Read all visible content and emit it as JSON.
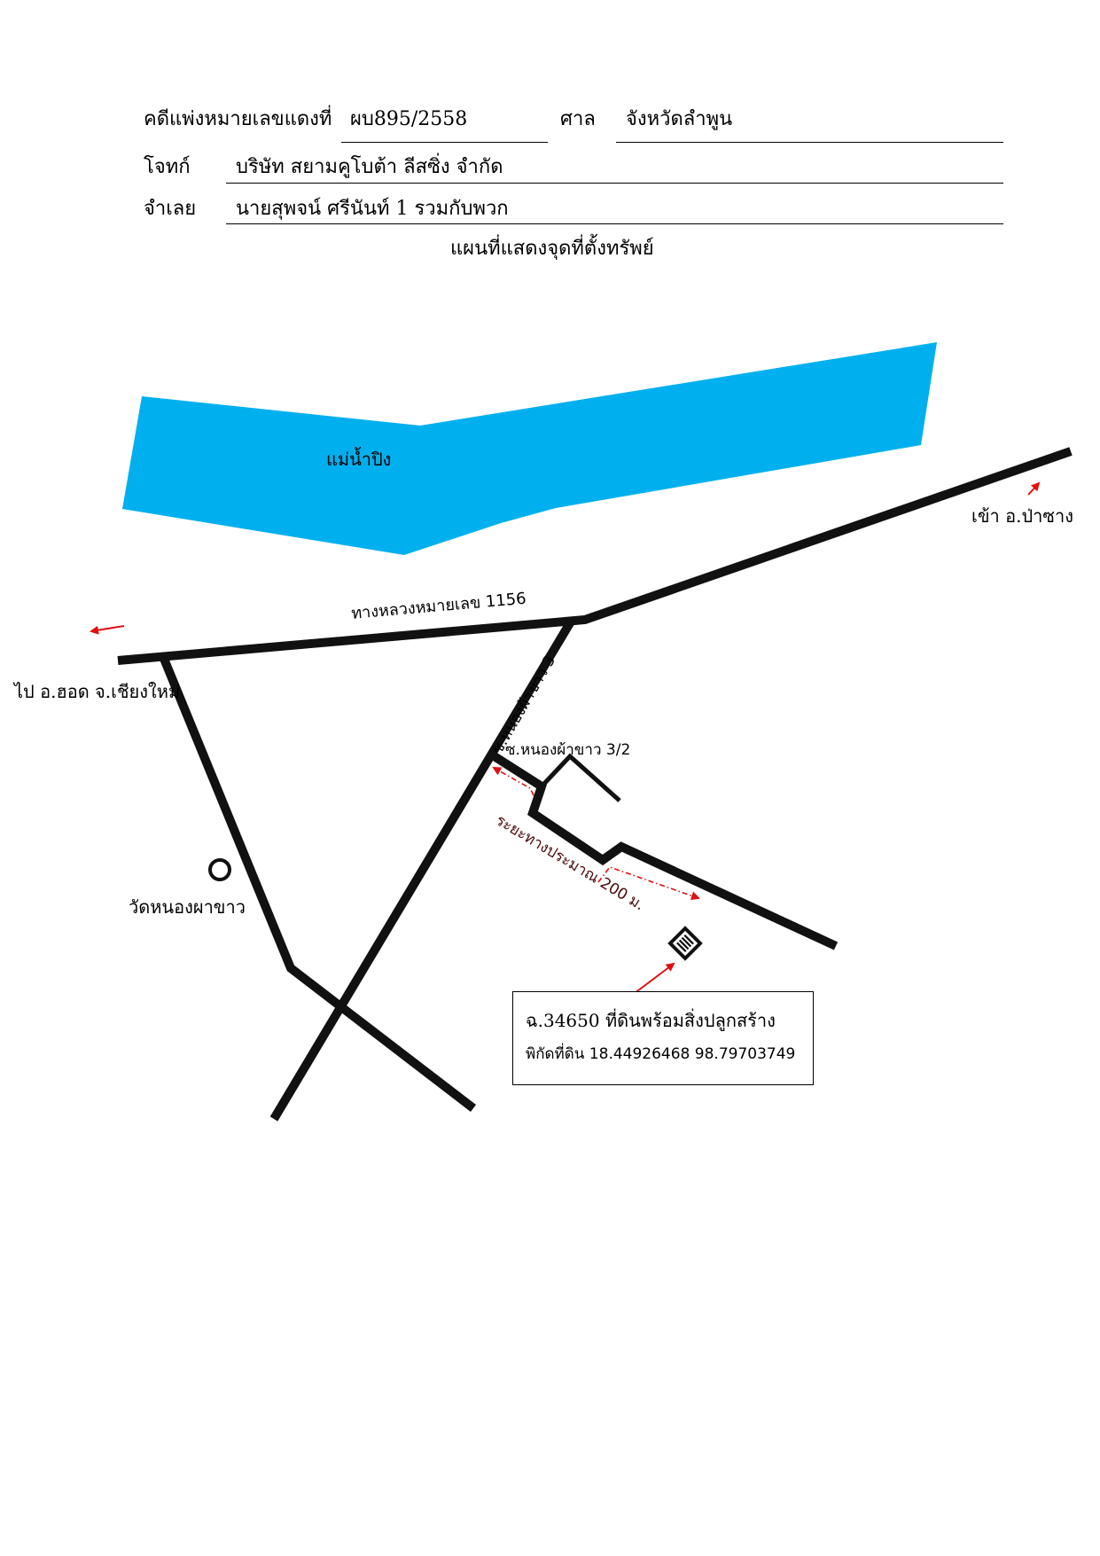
{
  "header": {
    "case_label": "คดีแพ่งหมายเลขแดงที่",
    "case_number": "ผบ895/2558",
    "court_label": "ศาล",
    "court_name": "จังหวัดลำพูน",
    "plaintiff_label": "โจทก์",
    "plaintiff_name": "บริษัท สยามคูโบต้า ลีสซิ่ง จำกัด",
    "defendant_label": "จำเลย",
    "defendant_name": "นายสุพจน์ ศรีนันท์ 1 รวมกับพวก",
    "map_title": "แผนที่แสดงจุดที่ตั้งทรัพย์"
  },
  "map": {
    "river_label": "แม่น้ำปิง",
    "highway_label": "ทางหลวงหมายเลข 1156",
    "to_pa_sang": "เข้า อ.ป่าซาง",
    "to_hot": "ไป อ.ฮอด จ.เชียงใหม่",
    "soi_3": "ซ.หนองผ้าขาว 3",
    "soi_3_2": "ซ.หนองผ้าขาว 3/2",
    "distance": "ระยะทางประมาณ 200 ม.",
    "temple": "วัดหนองผาขาว",
    "property_title": "ฉ.34650 ที่ดินพร้อมสิ่งปลูกสร้าง",
    "property_coords": "พิกัดที่ดิน 18.44926468 98.79703749",
    "colors": {
      "river": "#00B0EE",
      "road": "#111111",
      "marker": "#E01010"
    },
    "icons": [
      "temple-circle-icon",
      "property-marker-icon",
      "arrow-icon"
    ]
  }
}
